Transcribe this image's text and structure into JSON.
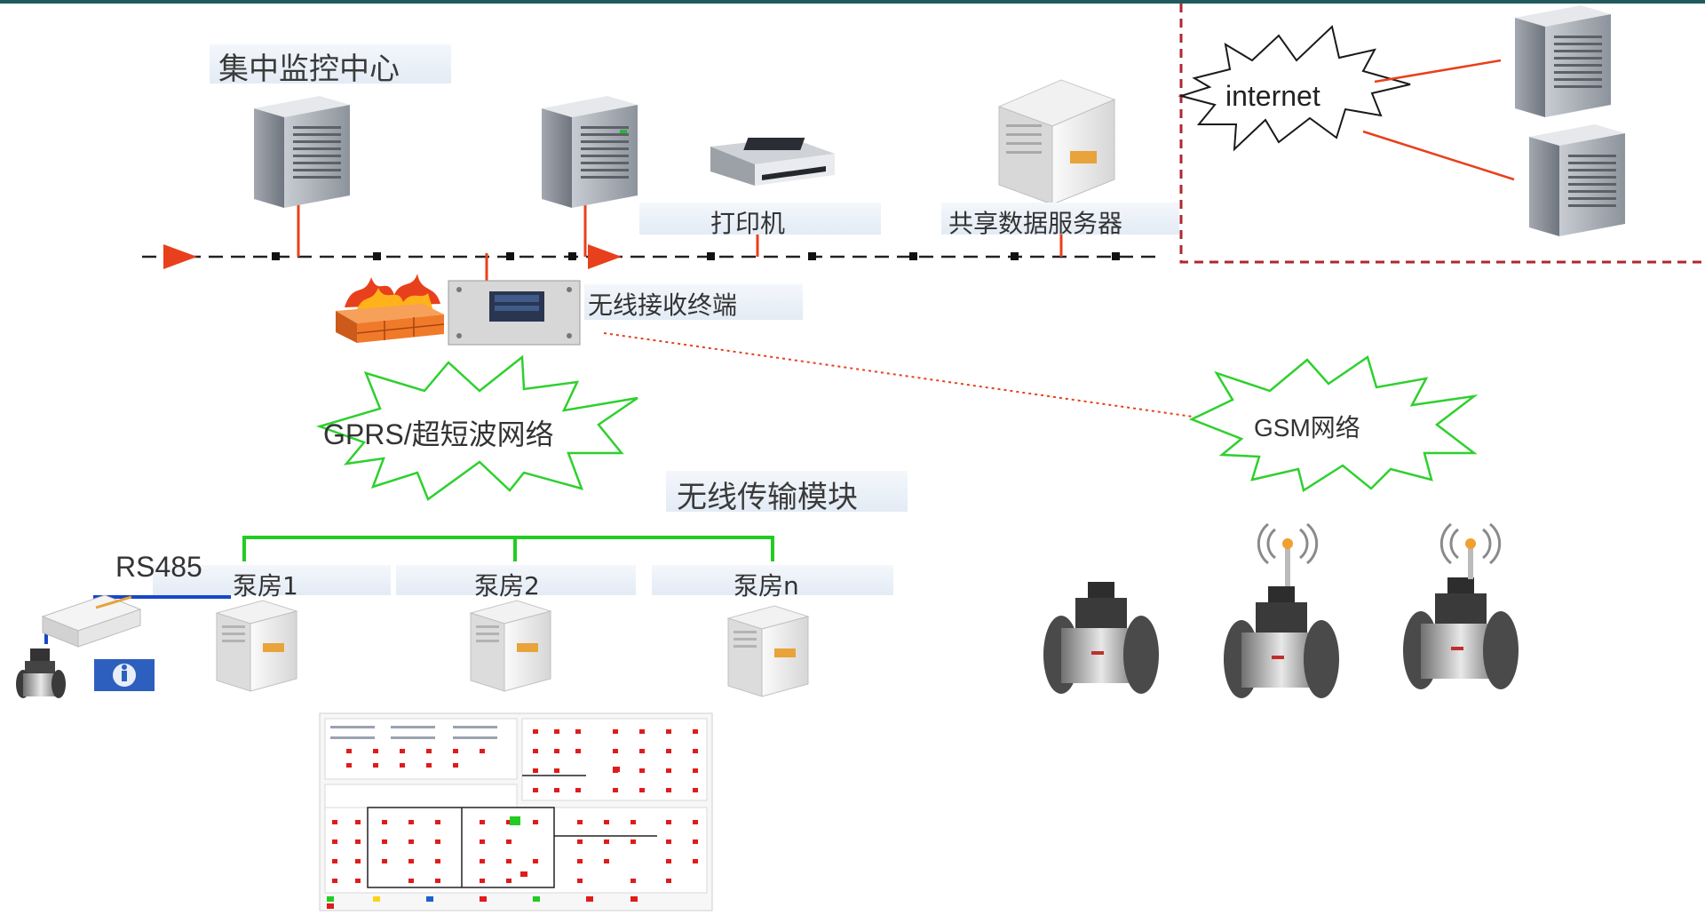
{
  "labels": {
    "central_monitoring": "集中监控中心",
    "printer": "打印机",
    "shared_data_server": "共享数据服务器",
    "internet": "internet",
    "wireless_receiver": "无线接收终端",
    "gprs_network": "GPRS/超短波网络",
    "gsm_network": "GSM网络",
    "wireless_module": "无线传输模块",
    "rs485": "RS485",
    "pump_room_1": "泵房1",
    "pump_room_2": "泵房2",
    "pump_room_n": "泵房n"
  },
  "colors": {
    "accent_red": "#e8401c",
    "dashed_border": "#b0272e",
    "burst_green": "#2ed02e",
    "bus_green": "#22cc22",
    "rs485_blue": "#1846c8",
    "top_rule": "#1f5b5c"
  }
}
